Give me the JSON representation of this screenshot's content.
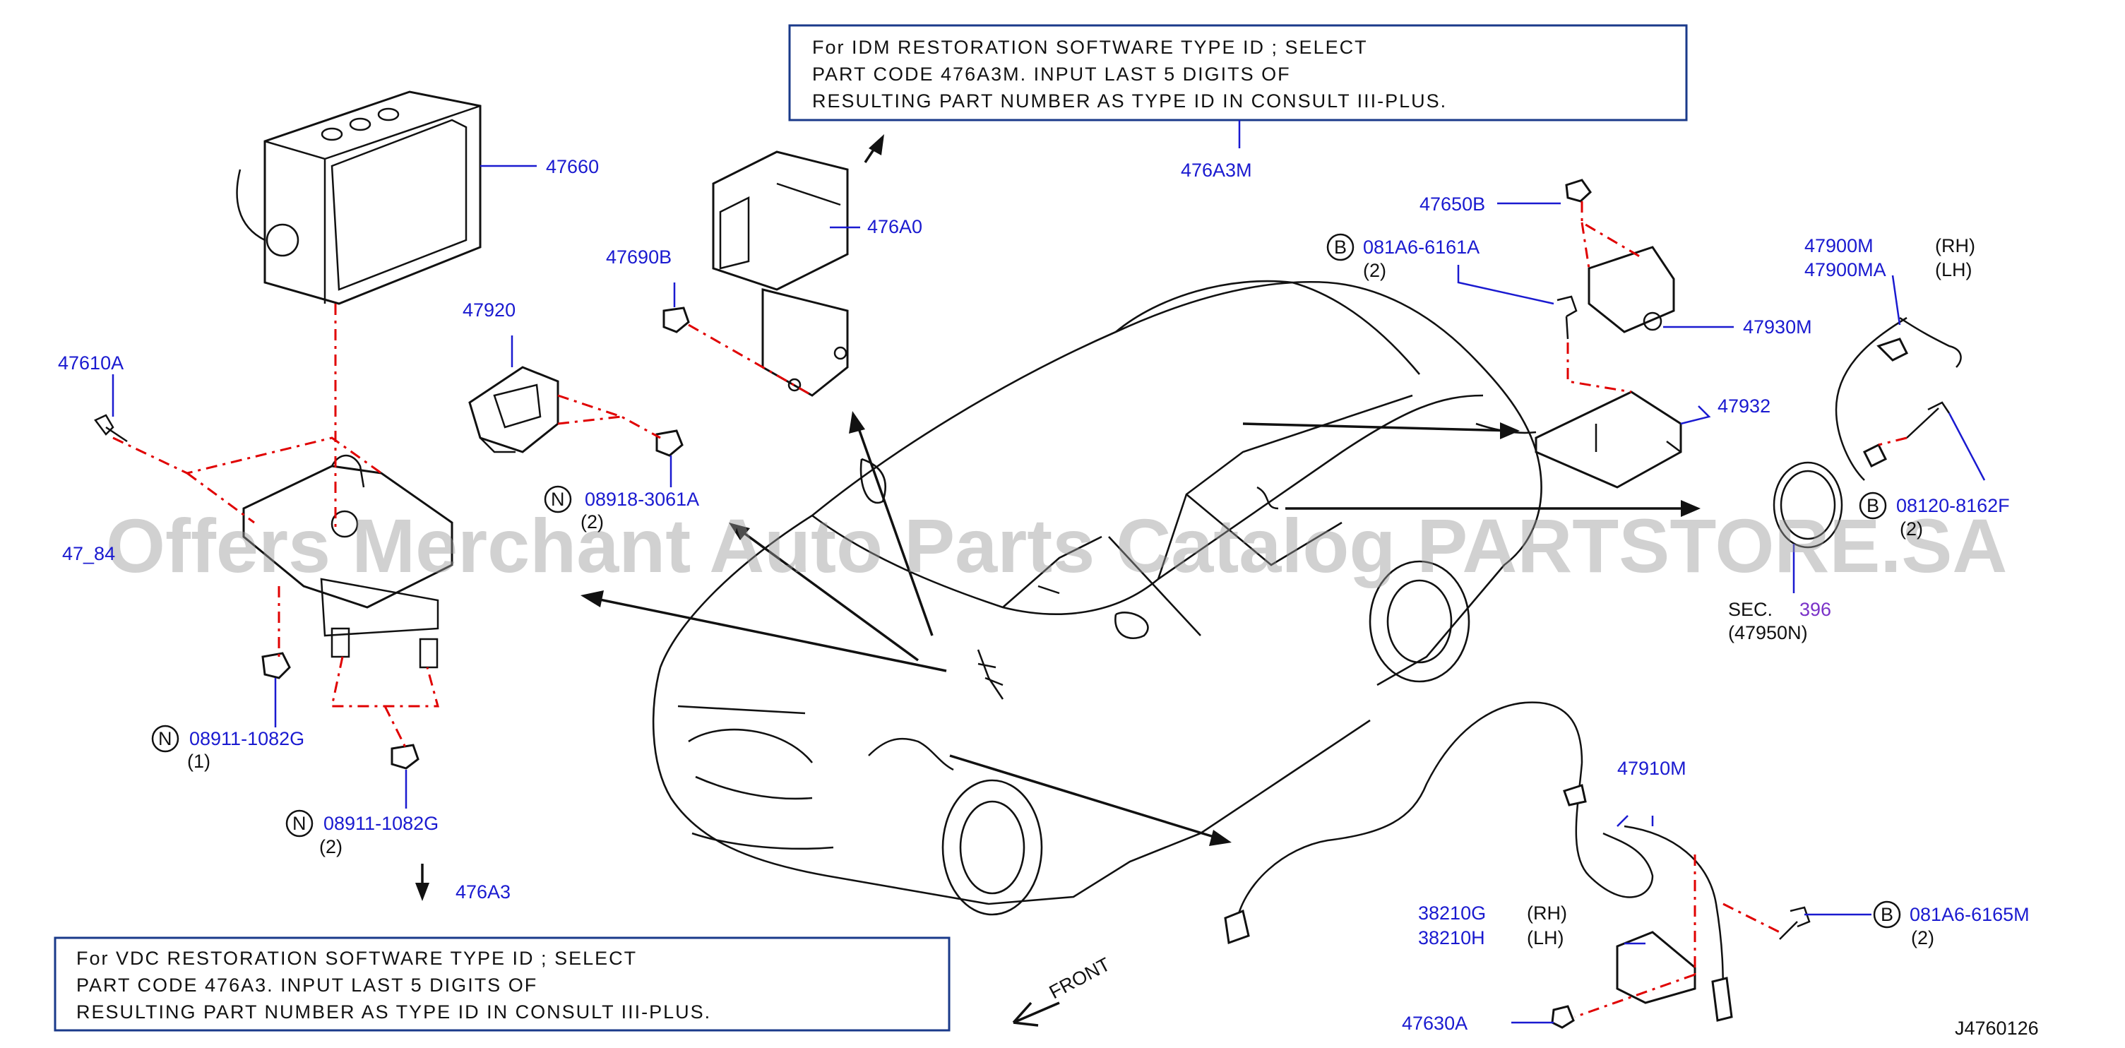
{
  "diagram_id": "J4760126",
  "notes": {
    "idm": [
      "For IDM RESTORATION SOFTWARE TYPE ID ; SELECT",
      "PART CODE 476A3M. INPUT LAST 5 DIGITS OF",
      "RESULTING PART NUMBER AS TYPE ID IN CONSULT III-PLUS."
    ],
    "vdc": [
      "For VDC RESTORATION SOFTWARE TYPE ID ; SELECT",
      "PART CODE 476A3. INPUT LAST 5 DIGITS OF",
      "RESULTING PART NUMBER AS TYPE ID IN CONSULT III-PLUS."
    ]
  },
  "labels": {
    "p47660": "47660",
    "p476A0": "476A0",
    "p476A3M": "476A3M",
    "p476A3": "476A3",
    "p47690B": "47690B",
    "p47920": "47920",
    "p47610A": "47610A",
    "p47_84": "47_84",
    "p08918": "08918-3061A",
    "q08918": "(2)",
    "p08911a": "08911-1082G",
    "q08911a": "(1)",
    "p08911b": "08911-1082G",
    "q08911b": "(2)",
    "p47650B": "47650B",
    "p081A6_6161A": "081A6-6161A",
    "q081A6_6161A": "(2)",
    "p47930M": "47930M",
    "p47932": "47932",
    "p47900M": "47900M",
    "p47900M_side": "(RH)",
    "p47900MA": "47900MA",
    "p47900MA_side": "(LH)",
    "p08120": "08120-8162F",
    "q08120": "(2)",
    "sec_prefix": "SEC.",
    "sec_num": "396",
    "sec_sub": "(47950N)",
    "p47910M": "47910M",
    "p38210G": "38210G",
    "p38210G_side": "(RH)",
    "p38210H": "38210H",
    "p38210H_side": "(LH)",
    "p081A6_6165M": "081A6-6165M",
    "q081A6_6165M": "(2)",
    "p47630A": "47630A",
    "front": "FRONT"
  },
  "markers": {
    "N": "N",
    "B": "B"
  },
  "watermark": "Offers Merchant Auto Parts Catalog PARTSTORE.SA",
  "colors": {
    "part_number": "#1a1ad0",
    "dash_line": "#e00000",
    "note_border": "#1a3a8a",
    "section_ref": "#7a32c8"
  }
}
